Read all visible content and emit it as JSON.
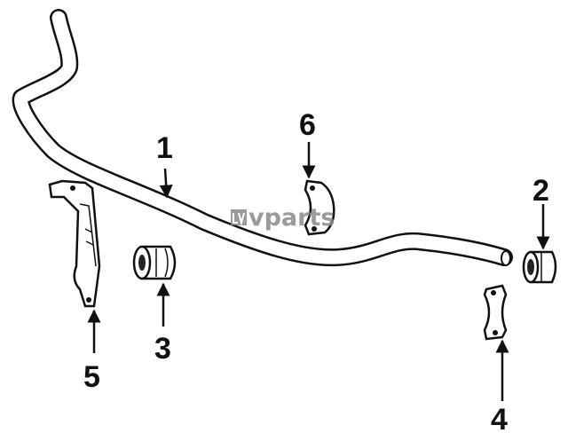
{
  "watermark": {
    "brand_text": "vparts",
    "logo_mark": "lv-logo"
  },
  "callouts": [
    {
      "id": "1",
      "label": "1"
    },
    {
      "id": "2",
      "label": "2"
    },
    {
      "id": "3",
      "label": "3"
    },
    {
      "id": "4",
      "label": "4"
    },
    {
      "id": "5",
      "label": "5"
    },
    {
      "id": "6",
      "label": "6"
    }
  ],
  "colors": {
    "line": "#111111",
    "fill": "#ffffff",
    "watermark": "#8a8a8a"
  }
}
